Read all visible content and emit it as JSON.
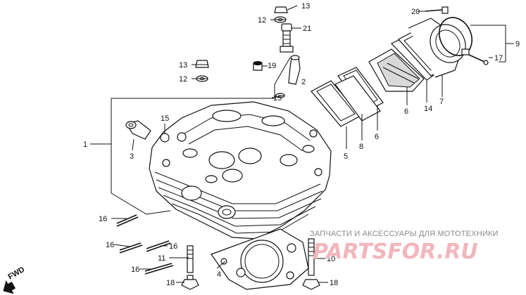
{
  "watermark": {
    "caption": "ЗАПЧАСТИ И АКСЕССУАРЫ ДЛЯ МОТОТЕХНИКИ",
    "logo": "PARTSFOR.RU",
    "logo_color": "#f2b6bd"
  },
  "direction_label": "FWD",
  "callouts": {
    "c1": "1",
    "c2": "2",
    "c3": "3",
    "c4": "4",
    "c5": "5",
    "c6a": "6",
    "c6b": "6",
    "c7": "7",
    "c8": "8",
    "c9": "9",
    "c10": "10",
    "c11": "11",
    "c12a": "12",
    "c12b": "12",
    "c13a": "13",
    "c13b": "13",
    "c14": "14",
    "c15a": "15",
    "c15b": "15",
    "c16a": "16",
    "c16b": "16",
    "c16c": "16",
    "c16d": "16",
    "c17": "17",
    "c18a": "18",
    "c18b": "18",
    "c19": "19",
    "c20": "20",
    "c21": "21"
  }
}
